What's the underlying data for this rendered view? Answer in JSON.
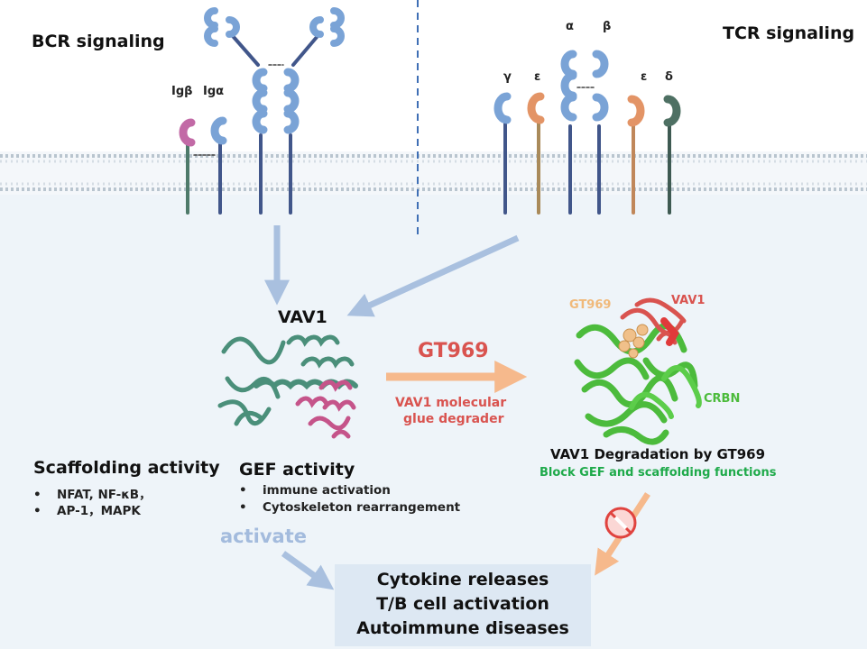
{
  "receptors": {
    "bcr_title": "BCR signaling",
    "tcr_title": "TCR signaling",
    "bcr_chains": {
      "igb": "Igβ",
      "iga": "Igα"
    },
    "tcr_chains": {
      "alpha": "α",
      "beta": "β",
      "gamma": "γ",
      "epsilon_left": "ε",
      "epsilon_right": "ε",
      "delta": "δ"
    }
  },
  "center": {
    "vav1_label": "VAV1",
    "drug_name": "GT969",
    "drug_description_line1": "VAV1 molecular",
    "drug_description_line2": "glue degrader"
  },
  "complex": {
    "gt969_label": "GT969",
    "vav1_label": "VAV1",
    "crbn_label": "CRBN",
    "caption": "VAV1 Degradation by GT969",
    "subcaption": "Block GEF and scaffolding functions"
  },
  "activities": {
    "scaffolding_title": "Scaffolding activity",
    "scaffolding_items": [
      "NFAT, NF-κB，",
      "AP-1，MAPK"
    ],
    "gef_title": "GEF activity",
    "gef_items": [
      "immune activation",
      "Cytoskeleton rearrangement"
    ],
    "activate_label": "activate"
  },
  "outcomes": [
    "Cytokine releases",
    "T/B cell activation",
    "Autoimmune diseases"
  ],
  "colors": {
    "cytoplasm": "#eef4f9",
    "membrane": "#bfcad3",
    "arrow_blue": "#a9c0df",
    "arrow_orange": "#f6b98c",
    "drug_red": "#d9534f",
    "gt969_tan": "#f0b97a",
    "crbn_green": "#4cbb3c",
    "block_green": "#1faa4b",
    "activate_blue": "#a3bbdd",
    "outcome_box": "#dde8f3"
  },
  "icons": [
    "bcr-receptor-icon",
    "tcr-receptor-icon",
    "vav1-protein-structure-icon",
    "vav1-crbn-complex-structure-icon",
    "prohibition-icon"
  ]
}
